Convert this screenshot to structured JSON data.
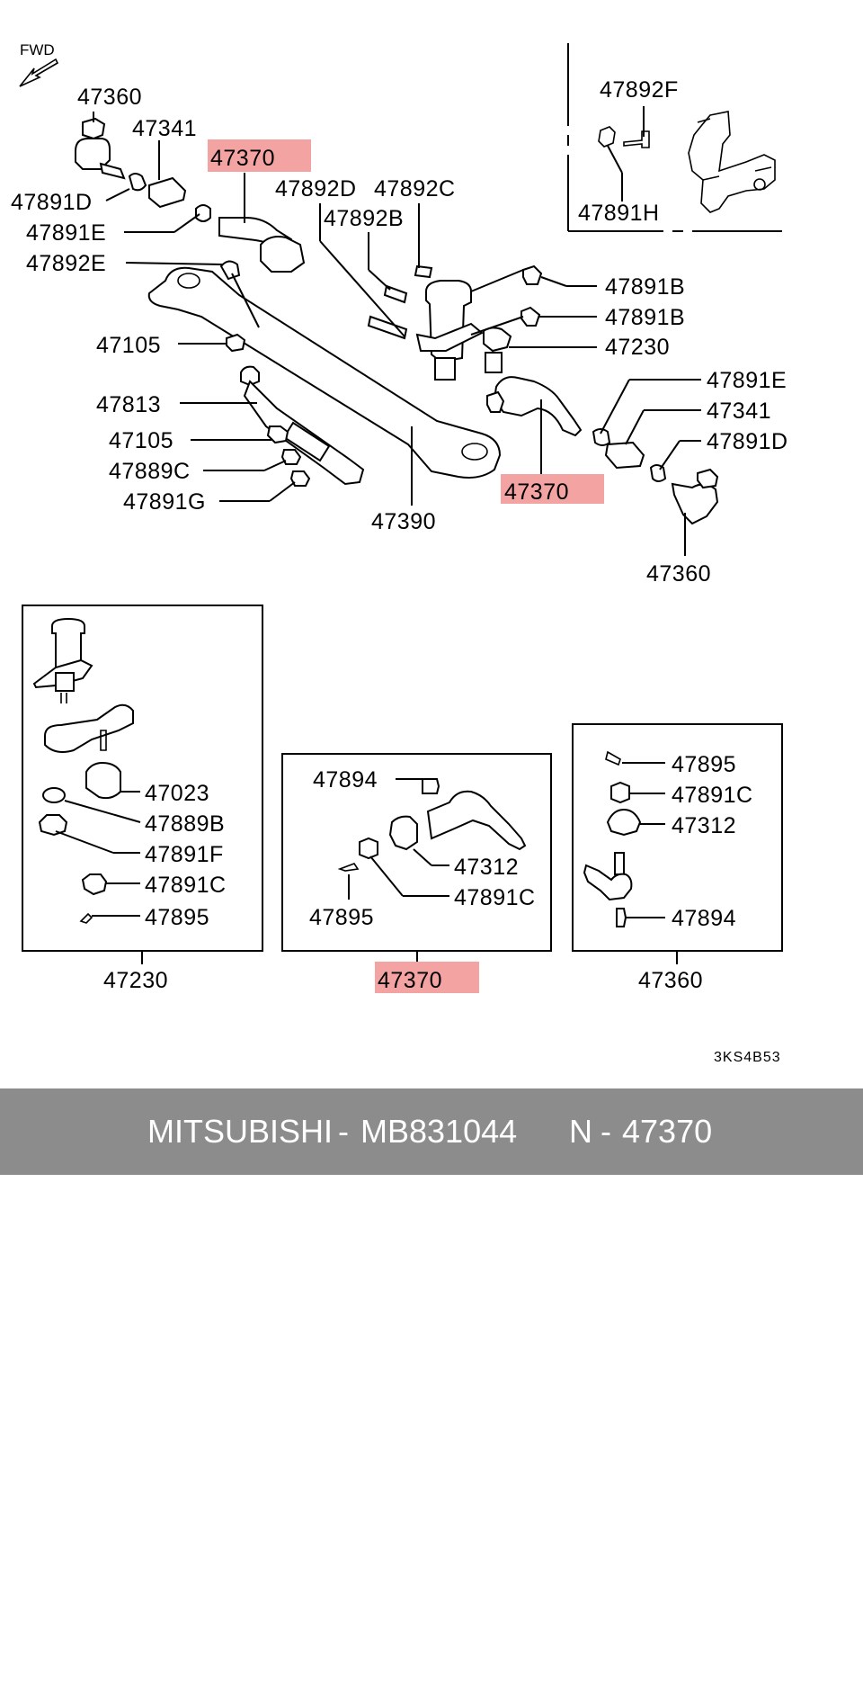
{
  "diagram": {
    "fwd_label": "FWD",
    "drawing_code": "3KS4B53",
    "labels": {
      "p47360_a": "47360",
      "p47341_a": "47341",
      "p47370_a": "47370",
      "p47891D_a": "47891D",
      "p47891E_a": "47891E",
      "p47892E": "47892E",
      "p47892D": "47892D",
      "p47892C": "47892C",
      "p47892B": "47892B",
      "p47892F": "47892F",
      "p47891H": "47891H",
      "p47891B_a": "47891B",
      "p47891B_b": "47891B",
      "p47230_a": "47230",
      "p47105_a": "47105",
      "p47813": "47813",
      "p47105_b": "47105",
      "p47889C": "47889C",
      "p47891G": "47891G",
      "p47390": "47390",
      "p47891E_b": "47891E",
      "p47341_b": "47341",
      "p47891D_b": "47891D",
      "p47370_b": "47370",
      "p47360_b": "47360",
      "p47023": "47023",
      "p47889B": "47889B",
      "p47891F": "47891F",
      "p47891C_a": "47891C",
      "p47895_a": "47895",
      "p47230_b": "47230",
      "p47894_a": "47894",
      "p47312_a": "47312",
      "p47891C_b": "47891C",
      "p47895_b": "47895",
      "p47370_c": "47370",
      "p47895_c": "47895",
      "p47891C_c": "47891C",
      "p47312_b": "47312",
      "p47894_b": "47894",
      "p47360_c": "47360"
    }
  },
  "footer": {
    "brand": "MITSUBISHI",
    "separator": "-",
    "part_number": "MB831044",
    "position_code": "N",
    "position_separator": "-",
    "position_ref": "47370"
  },
  "colors": {
    "highlight": "#f4a3a3",
    "footer_bg": "#8c8c8c",
    "footer_text": "#ffffff"
  }
}
